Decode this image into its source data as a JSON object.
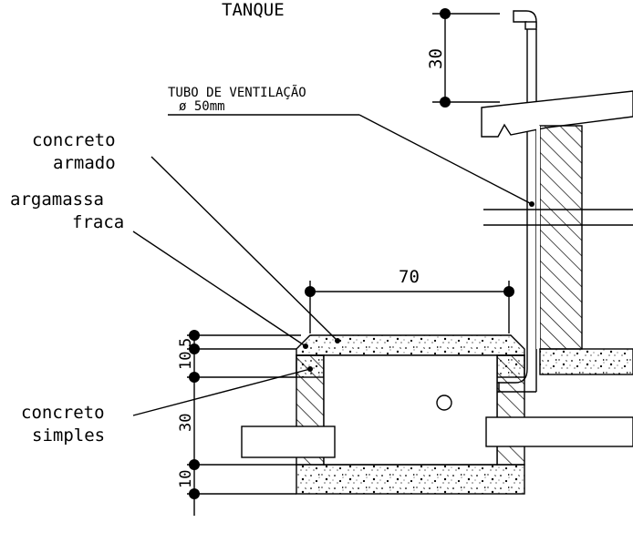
{
  "title": "TANQUE",
  "labels": {
    "tubo_line1": "TUBO DE VENTILAÇÃO",
    "tubo_line2": "ø  50mm",
    "concreto_armado_1": "concreto",
    "concreto_armado_2": "armado",
    "argamassa_1": "argamassa",
    "argamassa_2": "fraca",
    "concreto_simples_1": "concreto",
    "concreto_simples_2": "simples"
  },
  "dimensions": {
    "vent_height": "30",
    "top_width": "70",
    "slab": "5",
    "wall_top": "10",
    "chamber": "30",
    "base": "10"
  },
  "colors": {
    "stroke": "#000000",
    "background": "#ffffff"
  }
}
